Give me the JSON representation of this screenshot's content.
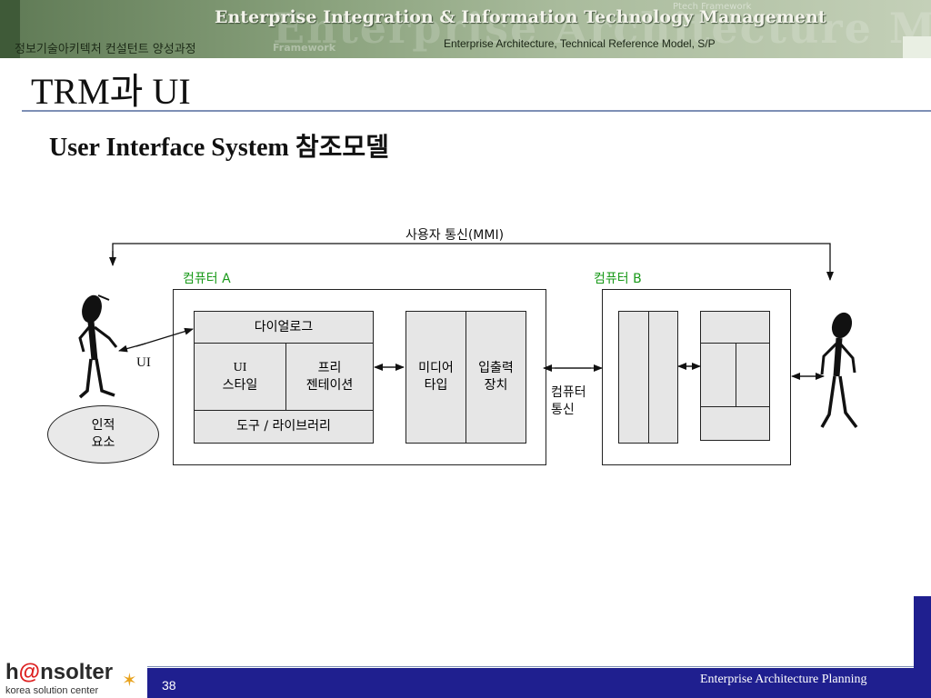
{
  "header": {
    "title": "Enterprise Integration & Information Technology Management",
    "course": "정보기술아키텍처 컨설턴트 양성과정",
    "subtitle": "Enterprise Architecture, Technical Reference Model, S/P",
    "ghost_text": "Enterprise Architecture Mod",
    "ghost_small_1": "Framework",
    "ghost_small_2": "Ptech Framework"
  },
  "slide": {
    "title": "TRM과 UI",
    "subtitle": "User Interface System 참조모델"
  },
  "diagram": {
    "mmi_label": "사용자 통신(MMI)",
    "computer_a": "컴퓨터 A",
    "computer_b": "컴퓨터 B",
    "ui_label": "UI",
    "dialog": "다이얼로그",
    "ui_style_1": "UI",
    "ui_style_2": "스타일",
    "presentation_1": "프리",
    "presentation_2": "젠테이션",
    "tools": "도구 / 라이브러리",
    "media_1": "미디어",
    "media_2": "타입",
    "io_1": "입출력",
    "io_2": "장치",
    "comm_1": "컴퓨터",
    "comm_2": "통신",
    "cognitive_1": "인적",
    "cognitive_2": "요소"
  },
  "footer": {
    "page": "38",
    "text": "Enterprise Architecture Planning",
    "logo_pre": "h",
    "logo_at": "@",
    "logo_post": "nsolter",
    "logo_sub": "korea solution center"
  },
  "colors": {
    "footer_bar": "#1f1f8f",
    "computer_label": "#1a9a1a",
    "rule": "#7d8fb5"
  }
}
